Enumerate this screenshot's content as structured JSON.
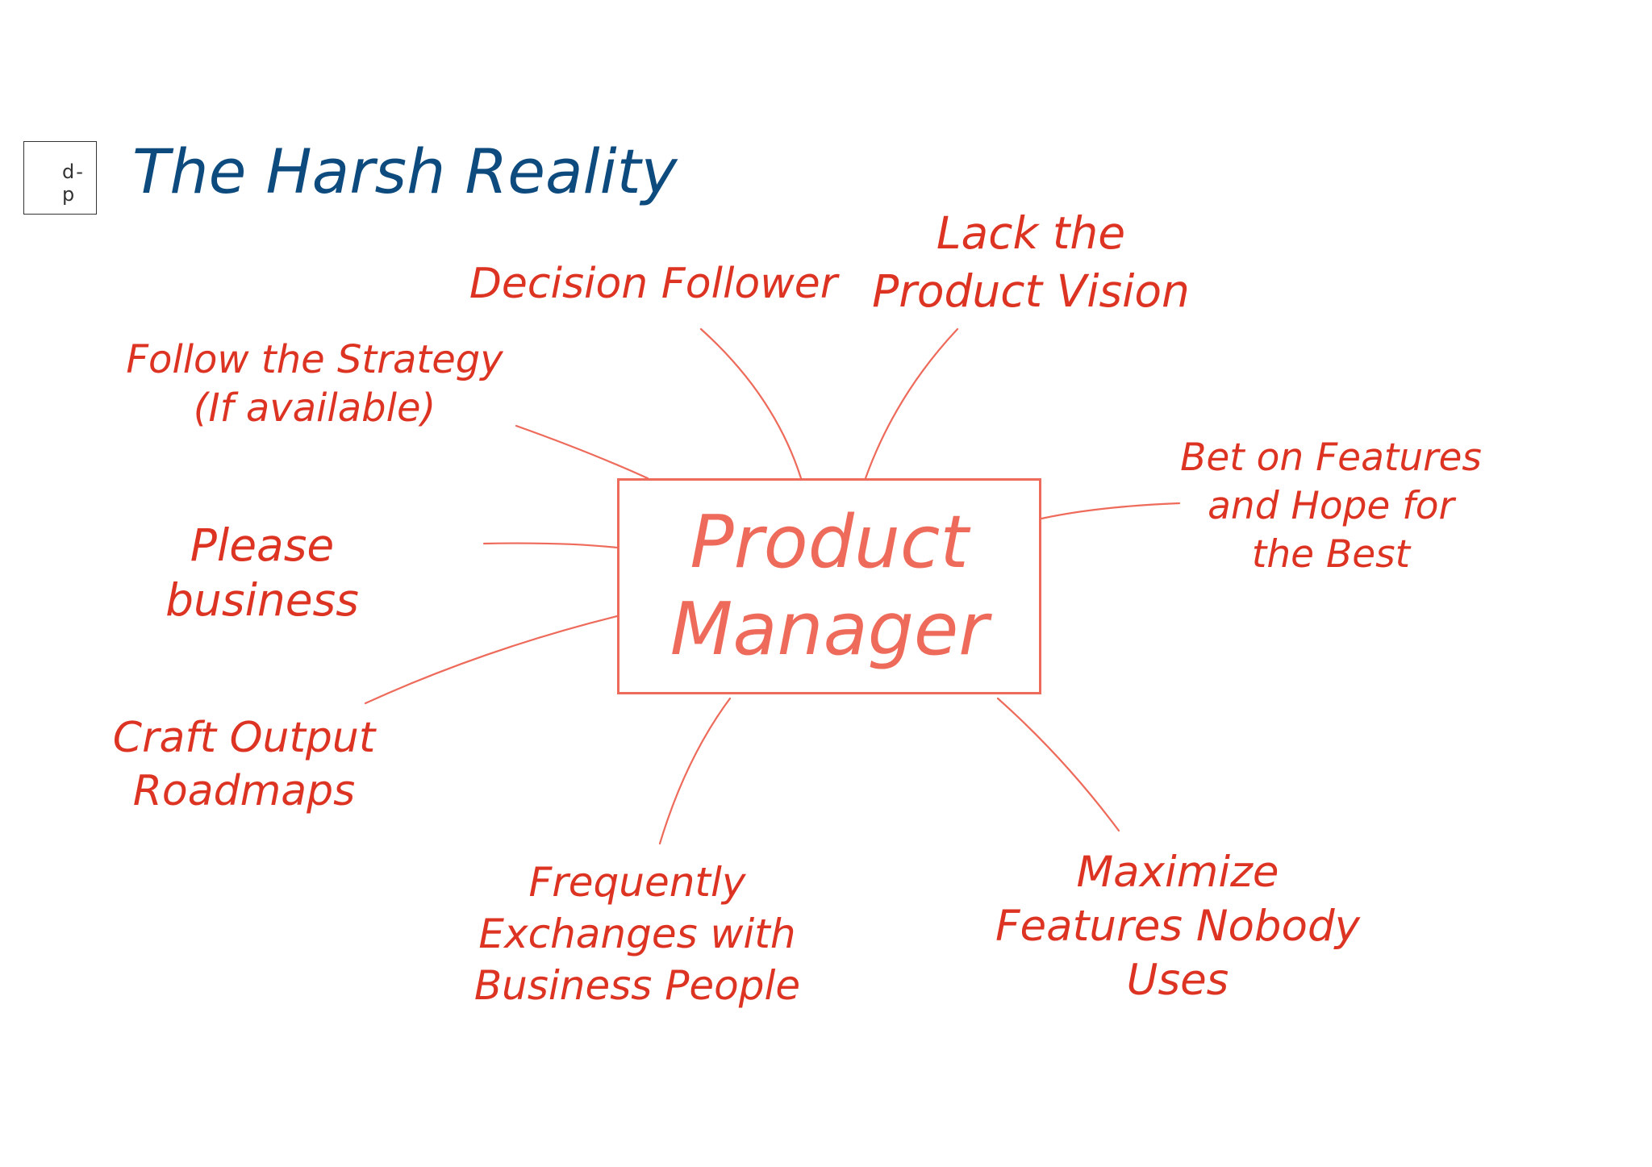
{
  "logo": {
    "text": "d-p"
  },
  "title": "The Harsh Reality",
  "center": {
    "lines": [
      "Product",
      "Manager"
    ]
  },
  "nodes": {
    "decision_follower": {
      "lines": [
        "Decision Follower"
      ]
    },
    "lack_vision": {
      "lines": [
        "Lack the",
        "Product Vision"
      ]
    },
    "follow_strategy": {
      "lines": [
        "Follow the Strategy",
        "(If available)"
      ]
    },
    "bet_features": {
      "lines": [
        "Bet on Features",
        "and Hope for",
        "the Best"
      ]
    },
    "please_business": {
      "lines": [
        "Please",
        "business"
      ]
    },
    "craft_roadmaps": {
      "lines": [
        "Craft Output",
        "Roadmaps"
      ]
    },
    "exchanges": {
      "lines": [
        "Frequently",
        "Exchanges with",
        "Business People"
      ]
    },
    "maximize_features": {
      "lines": [
        "Maximize",
        "Features Nobody",
        "Uses"
      ]
    }
  },
  "colors": {
    "title": "#0d4a7e",
    "node_text": "#dd3322",
    "center_text": "#ee6a5a",
    "connector": "#ee6a5a"
  }
}
